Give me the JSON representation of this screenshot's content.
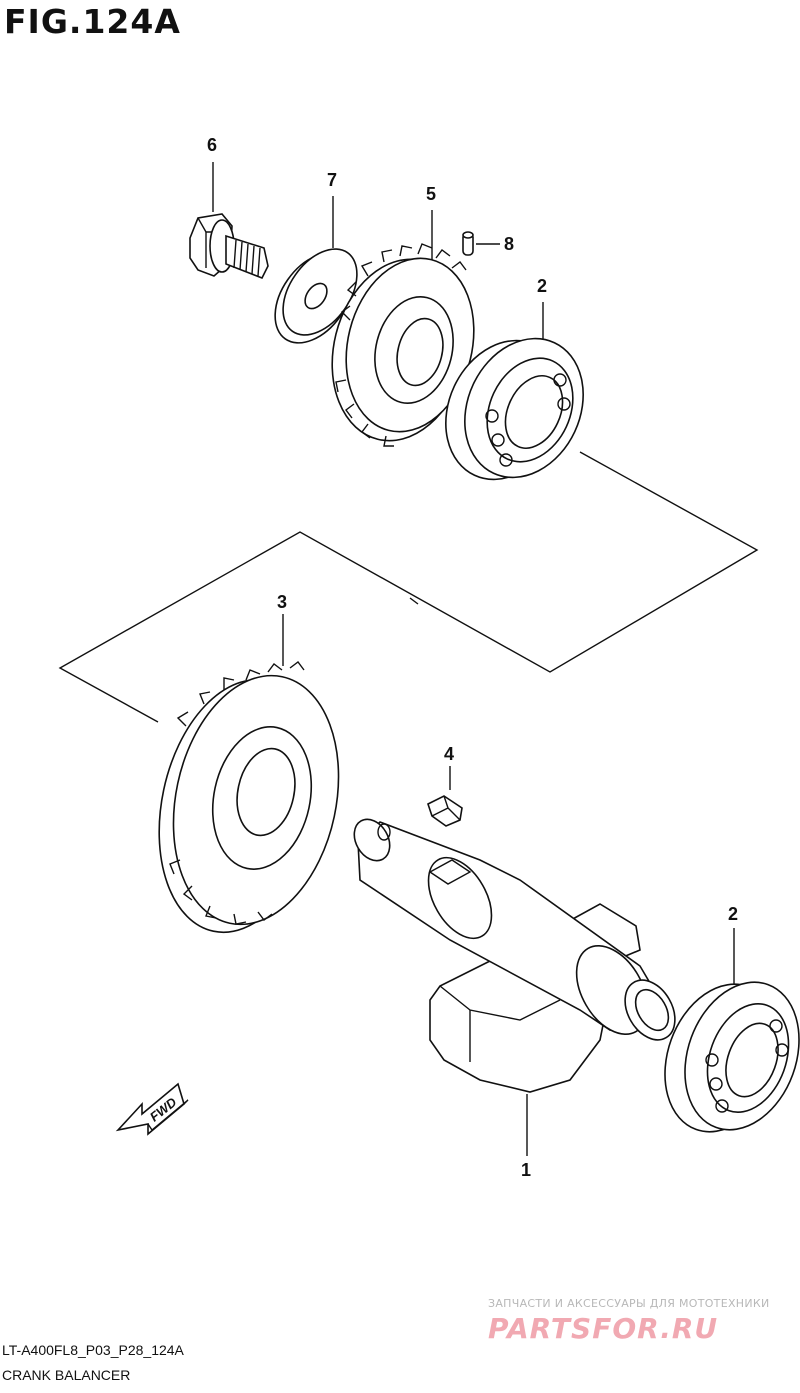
{
  "figure": {
    "title": "FIG.124A",
    "model_code": "LT-A400FL8_P03_P28_124A",
    "section": "CRANK BALANCER"
  },
  "callouts": [
    {
      "id": "bolt",
      "number": "6"
    },
    {
      "id": "washer",
      "number": "7"
    },
    {
      "id": "drive-gear",
      "number": "5"
    },
    {
      "id": "pin",
      "number": "8"
    },
    {
      "id": "bearing-top",
      "number": "2"
    },
    {
      "id": "driven-gear",
      "number": "3"
    },
    {
      "id": "key",
      "number": "4"
    },
    {
      "id": "bearing-bottom",
      "number": "2"
    },
    {
      "id": "balancer-shaft",
      "number": "1"
    }
  ],
  "fwd_arrow": {
    "label": "FWD",
    "icon": "fwd-arrow-icon"
  },
  "watermark": {
    "caption": "ЗАПЧАСТИ И АКСЕССУАРЫ ДЛЯ МОТОТЕХНИКИ",
    "logo": "PARTSFOR.RU"
  }
}
